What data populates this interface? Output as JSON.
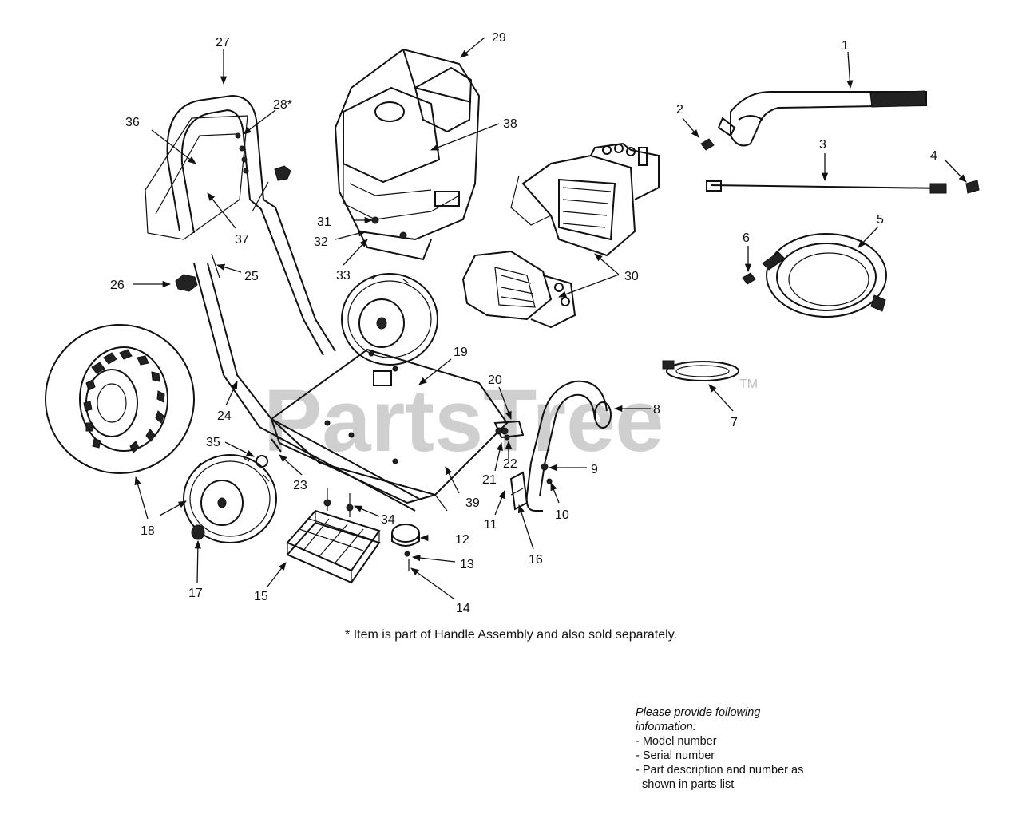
{
  "watermark": {
    "text": "PartsTree",
    "trademark": "TM"
  },
  "callouts": [
    {
      "n": "1"
    },
    {
      "n": "2"
    },
    {
      "n": "3"
    },
    {
      "n": "4"
    },
    {
      "n": "5"
    },
    {
      "n": "6"
    },
    {
      "n": "7"
    },
    {
      "n": "8"
    },
    {
      "n": "9"
    },
    {
      "n": "10"
    },
    {
      "n": "11"
    },
    {
      "n": "12"
    },
    {
      "n": "13"
    },
    {
      "n": "14"
    },
    {
      "n": "15"
    },
    {
      "n": "16"
    },
    {
      "n": "17"
    },
    {
      "n": "18"
    },
    {
      "n": "19"
    },
    {
      "n": "20"
    },
    {
      "n": "21"
    },
    {
      "n": "22"
    },
    {
      "n": "23"
    },
    {
      "n": "24"
    },
    {
      "n": "25"
    },
    {
      "n": "26"
    },
    {
      "n": "27"
    },
    {
      "n": "28*"
    },
    {
      "n": "29"
    },
    {
      "n": "30"
    },
    {
      "n": "31"
    },
    {
      "n": "32"
    },
    {
      "n": "33"
    },
    {
      "n": "34"
    },
    {
      "n": "35"
    },
    {
      "n": "36"
    },
    {
      "n": "37"
    },
    {
      "n": "38"
    },
    {
      "n": "39"
    }
  ],
  "footnote": "* Item is part of Handle Assembly and also sold separately.",
  "info": {
    "heading_line1": "Please provide following",
    "heading_line2": "information:",
    "items": [
      "- Model number",
      "- Serial number",
      "- Part description and number as",
      "  shown in parts list"
    ]
  }
}
